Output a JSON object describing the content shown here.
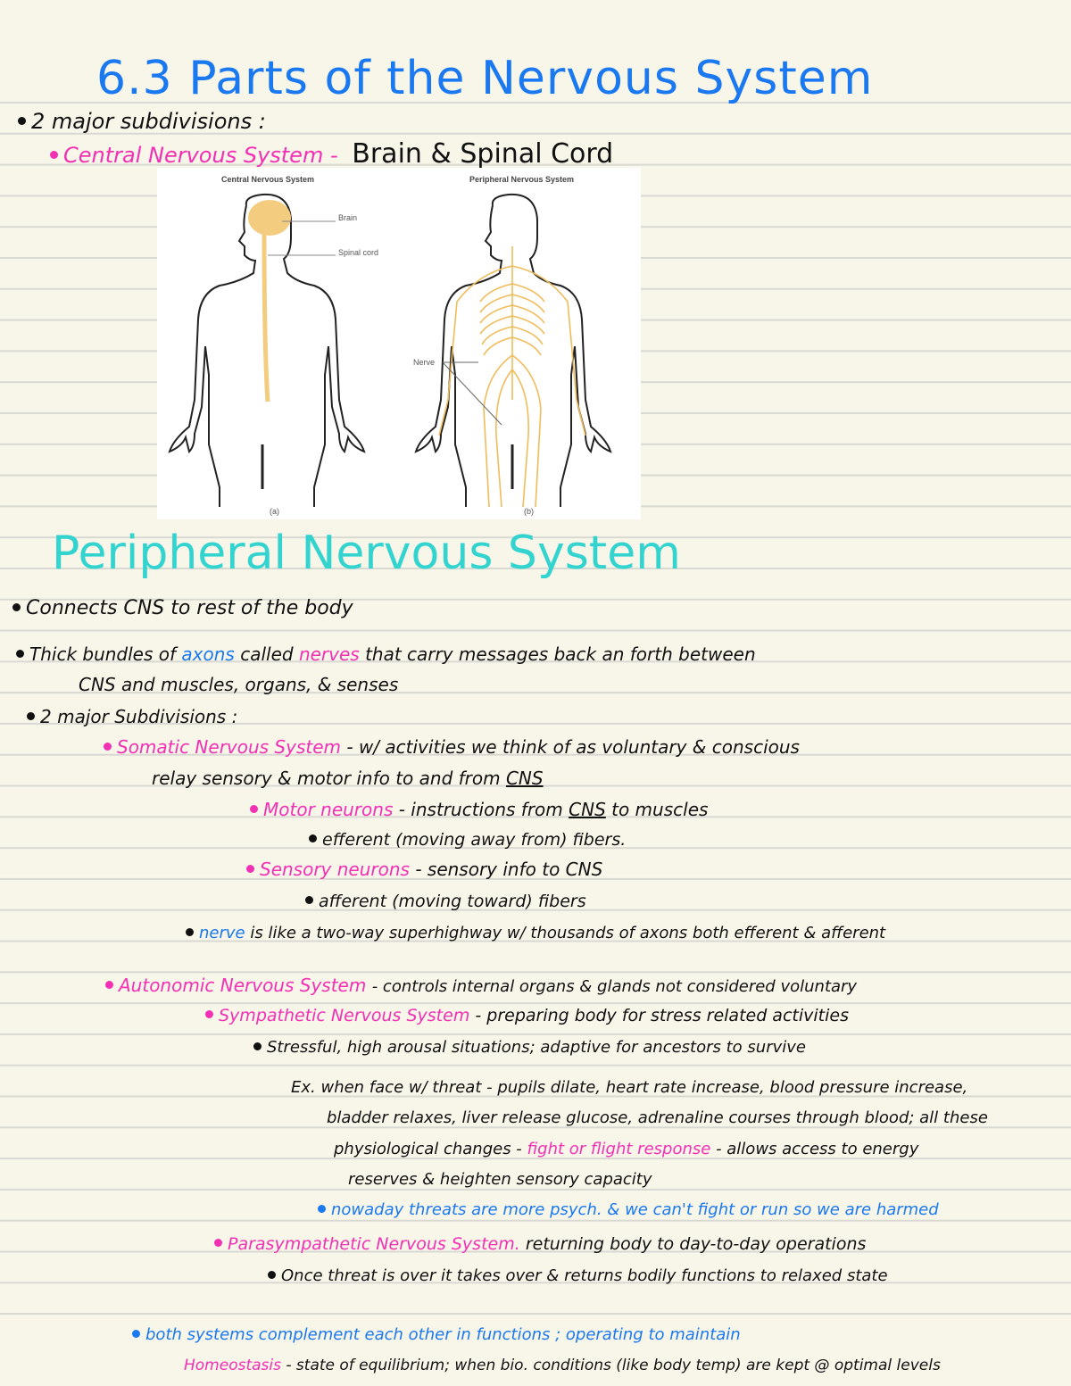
{
  "page": {
    "title": "6.3 Parts of the Nervous System",
    "colors": {
      "background": "#f8f6e9",
      "rule_line": "#d9d9d3",
      "title": "#1a78f0",
      "heading": "#33d4cf",
      "term": "#f230b4",
      "ink": "#111111",
      "highlight": "#1a78f0"
    }
  },
  "intro": {
    "bullet": "2 major subdivisions :",
    "cns_term": "Central Nervous System -",
    "cns_def": "Brain & Spinal Cord"
  },
  "figure": {
    "a_title": "Central Nervous System",
    "b_title": "Peripheral Nervous System",
    "brain_label": "Brain",
    "spinal_label": "Spinal cord",
    "nerve_label": "Nerve",
    "a_caption": "(a)",
    "b_caption": "(b)"
  },
  "pns": {
    "heading": "Peripheral Nervous System",
    "b1": "Connects CNS to rest of the body",
    "b2_pre": "Thick bundles of",
    "b2_axons": "axons",
    "b2_mid": "called",
    "b2_nerves": "nerves",
    "b2_post": "that carry messages back an forth between",
    "b2_cont": "CNS and muscles, organs, & senses",
    "b3": "2 major Subdivisions :",
    "somatic_term": "Somatic Nervous System",
    "somatic_def": "- w/ activities we think of as voluntary & conscious",
    "somatic_cont_pre": "relay sensory & motor info to and from",
    "somatic_cont_cns": "CNS",
    "motor_term": "Motor neurons",
    "motor_def_pre": "- instructions from",
    "motor_def_cns": "CNS",
    "motor_def_post": "to muscles",
    "efferent": "efferent (moving away from) fibers.",
    "sensory_term": "Sensory neurons",
    "sensory_def": "- sensory info to CNS",
    "afferent": "afferent (moving toward) fibers",
    "nerve_word": "nerve",
    "nerve_def": "is like a two-way superhighway w/ thousands of axons both efferent & afferent",
    "auto_term": "Autonomic Nervous System",
    "auto_def": "- controls internal organs & glands not considered voluntary",
    "symp_term": "Sympathetic Nervous System",
    "symp_def": "- preparing body for stress related activities",
    "symp_b1": "Stressful, high arousal situations; adaptive for ancestors to survive",
    "ex_l1": "Ex. when face w/ threat - pupils dilate, heart rate increase, blood pressure increase,",
    "ex_l2": "bladder relaxes, liver release glucose, adrenaline courses through blood; all these",
    "ex_l3_pre": "physiological changes -",
    "ex_l3_term": "fight or flight response",
    "ex_l3_post": "- allows access to energy",
    "ex_l4": "reserves & heighten sensory capacity",
    "modern": "nowaday threats are more psych. & we can't fight or run so we are harmed",
    "para_term": "Parasympathetic Nervous System.",
    "para_def": "returning body to day-to-day operations",
    "para_b1": "Once threat is over it takes over & returns bodily functions to relaxed state",
    "both": "both systems complement each other in functions ; operating to maintain",
    "homeo_term": "Homeostasis",
    "homeo_def": "- state of equilibrium; when bio. conditions (like body temp) are kept @ optimal levels"
  }
}
